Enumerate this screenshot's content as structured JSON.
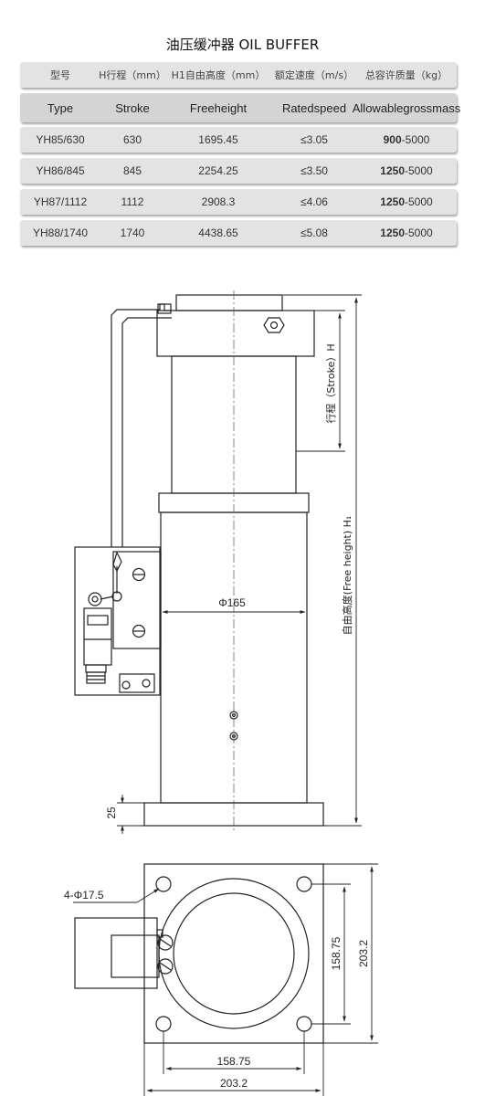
{
  "title": "油压缓冲器  OIL BUFFER",
  "table": {
    "header_cn": [
      "型号",
      "H行程（mm）",
      "H1自由高度（mm）",
      "额定速度（m/s）",
      "总容许质量（kg）"
    ],
    "header_en": [
      "Type",
      "Stroke",
      "Freeheight",
      "Ratedspeed",
      "Allowablegrossmass"
    ],
    "rows": [
      {
        "type": "YH85/630",
        "stroke": "630",
        "free": "1695.45",
        "speed": "≤3.05",
        "mass_low": "900",
        "mass_high": "-5000"
      },
      {
        "type": "YH86/845",
        "stroke": "845",
        "free": "2254.25",
        "speed": "≤3.50",
        "mass_low": "1250",
        "mass_high": "-5000"
      },
      {
        "type": "YH87/1112",
        "stroke": "1112",
        "free": "2908.3",
        "speed": "≤4.06",
        "mass_low": "1250",
        "mass_high": "-5000"
      },
      {
        "type": "YH88/1740",
        "stroke": "1740",
        "free": "4438.65",
        "speed": "≤5.08",
        "mass_low": "1250",
        "mass_high": "-5000"
      }
    ]
  },
  "drawing": {
    "stroke_label": "行程（Stroke）H",
    "free_height_label": "自由高度(Free height) H₁",
    "diameter_label": "Φ165",
    "base_thickness": "25",
    "hole_label": "4-Φ17.5",
    "dim_inner_v": "158.75",
    "dim_outer_v": "203.2",
    "dim_inner_h": "158.75",
    "dim_outer_h": "203.2"
  }
}
